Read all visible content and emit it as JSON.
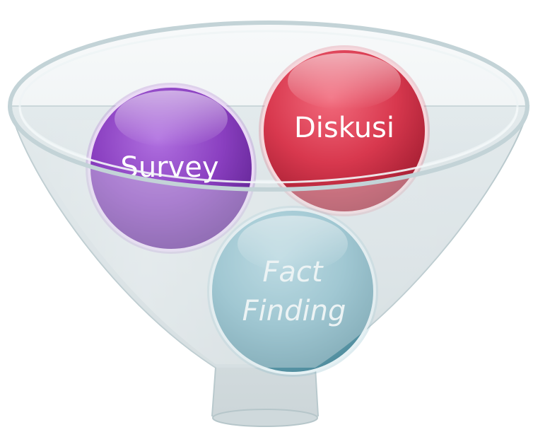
{
  "diagram": {
    "type": "funnel",
    "items": [
      {
        "id": "survey",
        "label": "Survey",
        "color": "#8a3fc0"
      },
      {
        "id": "diskusi",
        "label": "Diskusi",
        "color": "#d8384e"
      },
      {
        "id": "fact-finding",
        "label_lines": [
          "Fact",
          "Finding"
        ],
        "italic": true,
        "color": "#7ab4c4"
      }
    ],
    "funnel_color": "#d3dde0"
  }
}
